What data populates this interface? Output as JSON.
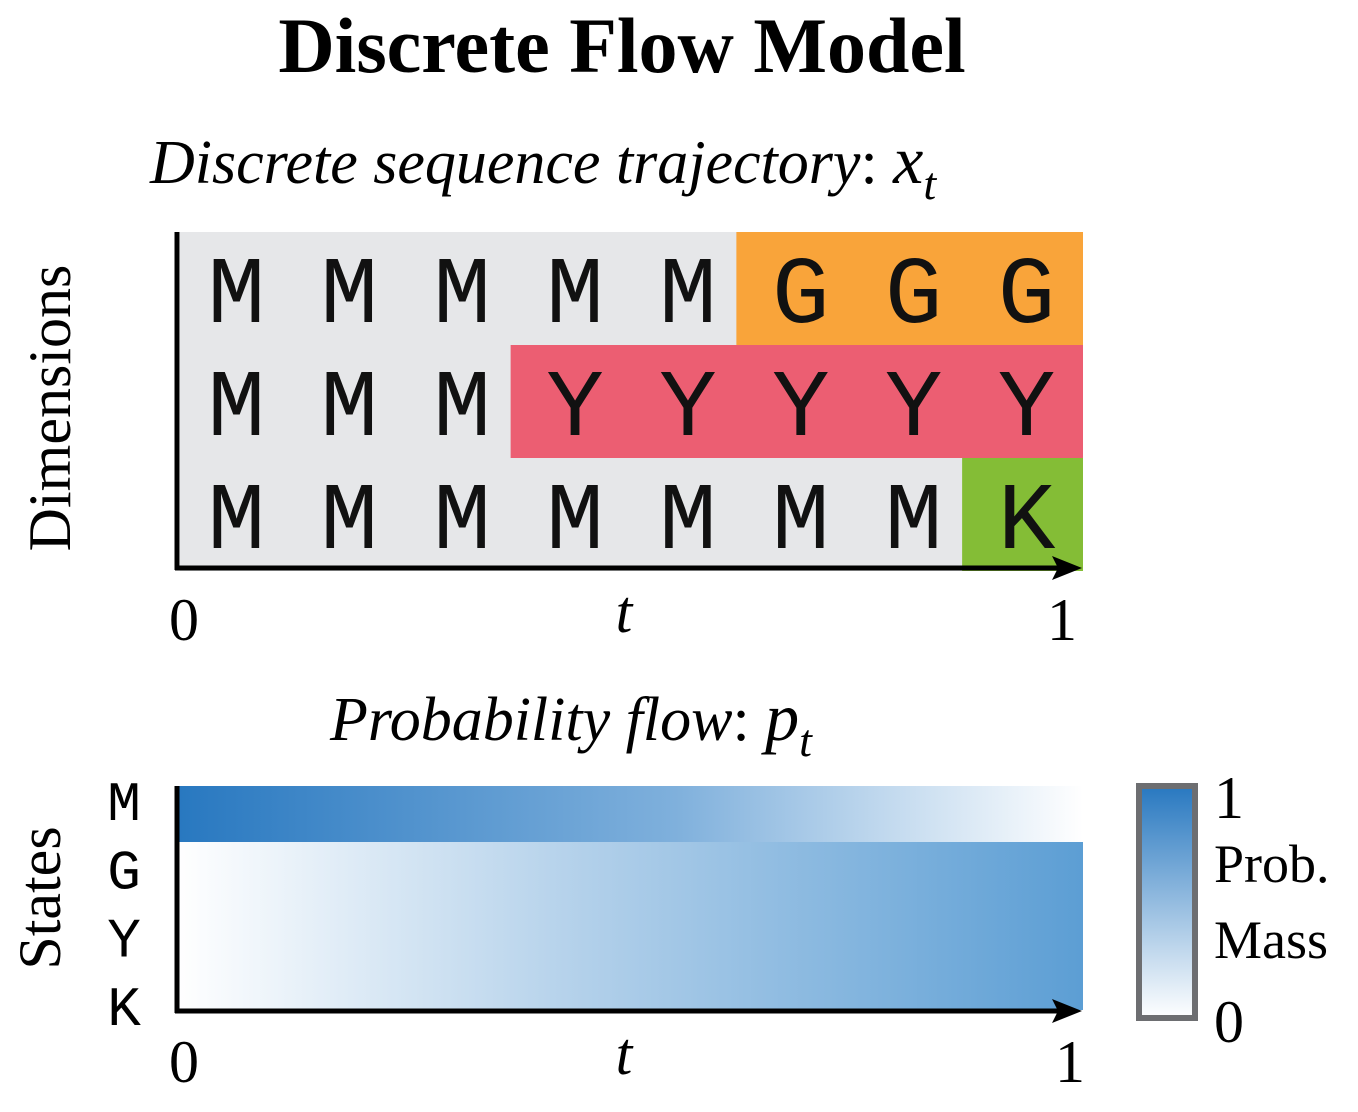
{
  "title": "Discrete Flow Model",
  "trajectory": {
    "label": "Discrete sequence trajectory",
    "symbol": "x",
    "subscript": "t",
    "y_axis_label": "Dimensions",
    "x_axis_label": "t",
    "x_min_label": "0",
    "x_max_label": "1",
    "rows": [
      {
        "tokens": [
          "M",
          "M",
          "M",
          "M",
          "M",
          "G",
          "G",
          "G"
        ],
        "switch_index": 5,
        "new_state": "G",
        "color": "#F9A43A"
      },
      {
        "tokens": [
          "M",
          "M",
          "M",
          "Y",
          "Y",
          "Y",
          "Y",
          "Y"
        ],
        "switch_index": 3,
        "new_state": "Y",
        "color": "#EC5E72"
      },
      {
        "tokens": [
          "M",
          "M",
          "M",
          "M",
          "M",
          "M",
          "M",
          "K"
        ],
        "switch_index": 7,
        "new_state": "K",
        "color": "#84BD36"
      }
    ],
    "base_color": "#E6E7E9"
  },
  "probability": {
    "label": "Probability flow",
    "symbol": "p",
    "subscript": "t",
    "y_axis_label": "States",
    "x_axis_label": "t",
    "x_min_label": "0",
    "x_max_label": "1",
    "states": [
      "M",
      "G",
      "Y",
      "K"
    ],
    "accent_color": "#2878C0"
  },
  "colorbar": {
    "max_label": "1",
    "min_label": "0",
    "label_line1": "Prob.",
    "label_line2": "Mass"
  }
}
